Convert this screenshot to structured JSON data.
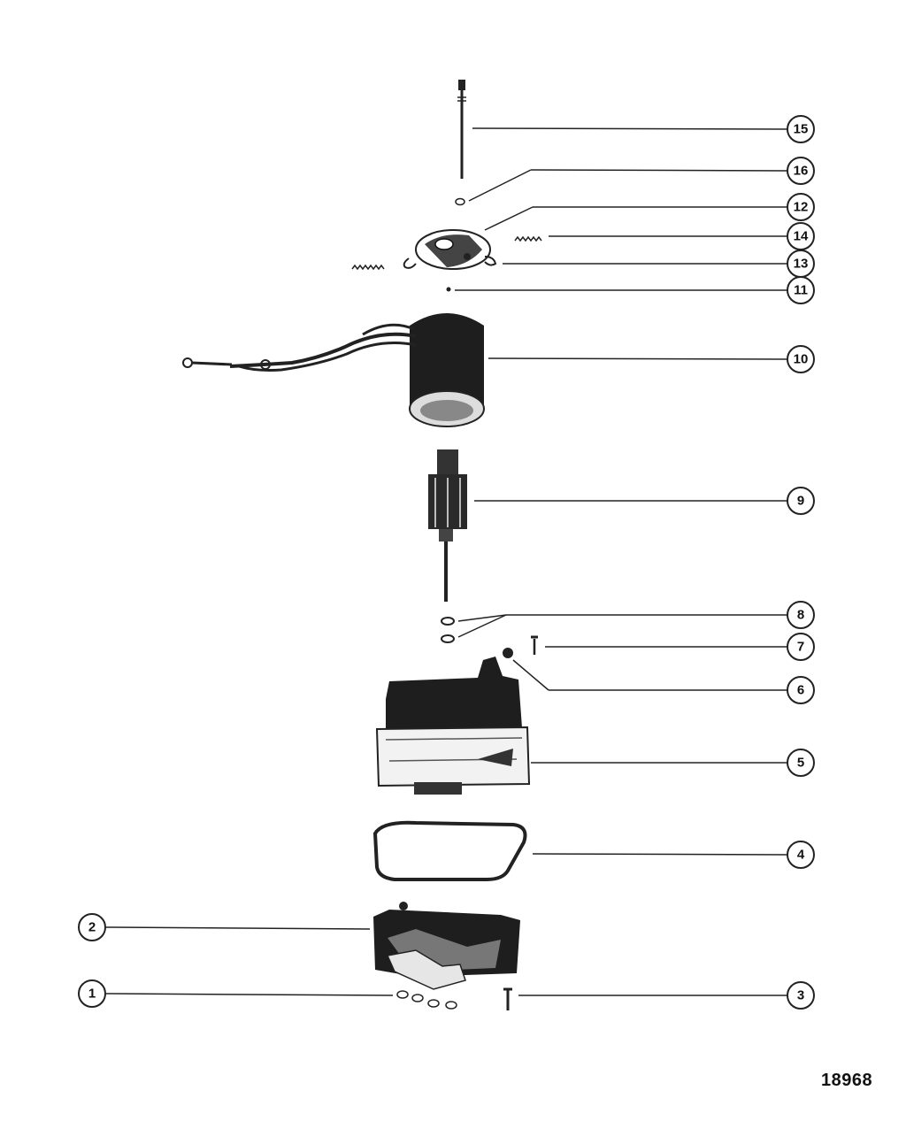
{
  "figure_number": "18968",
  "callouts": {
    "c1": "1",
    "c2": "2",
    "c3": "3",
    "c4": "4",
    "c5": "5",
    "c6": "6",
    "c7": "7",
    "c8": "8",
    "c9": "9",
    "c10": "10",
    "c11": "11",
    "c12": "12",
    "c13": "13",
    "c14": "14",
    "c15": "15",
    "c16": "16"
  }
}
